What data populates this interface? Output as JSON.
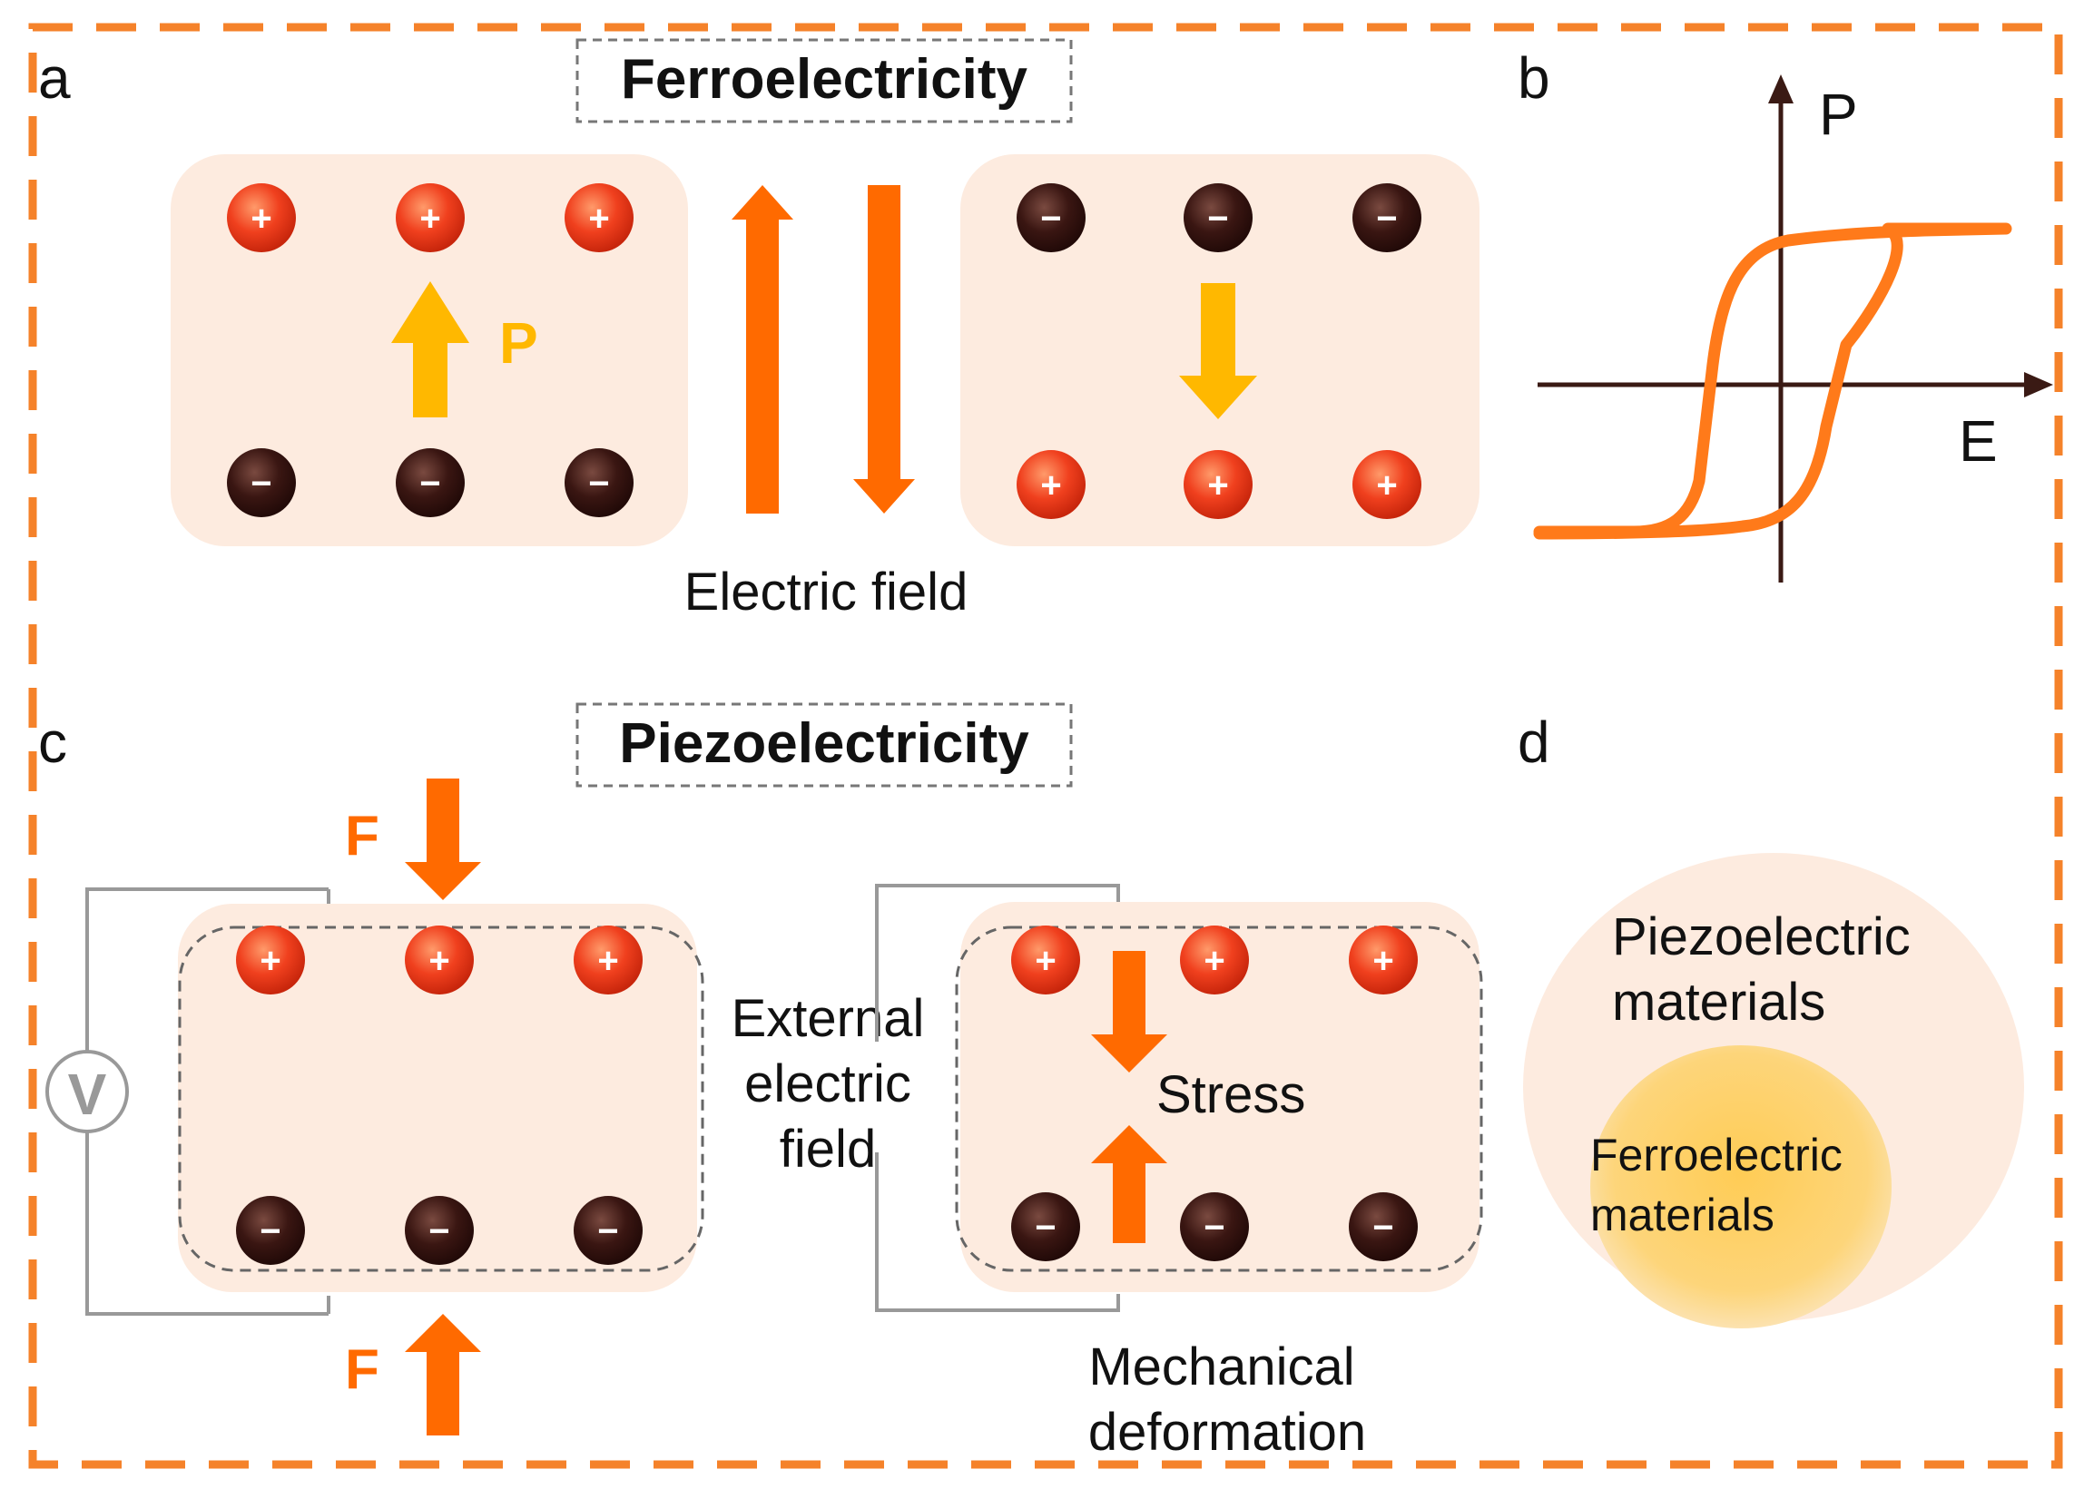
{
  "panel_a": {
    "label": "a",
    "title": "Ferroelectricity",
    "polarization_label": "P",
    "field_label": "Electric field",
    "plus_glyph": "+",
    "minus_glyph": "−"
  },
  "panel_b": {
    "label": "b",
    "y_axis_label": "P",
    "x_axis_label": "E"
  },
  "panel_c": {
    "label": "c",
    "title": "Piezoelectricity",
    "force_label_top": "F",
    "force_label_bottom": "F",
    "voltmeter_label": "V",
    "center_lines": [
      "External",
      "electric",
      "field"
    ],
    "stress_label": "Stress",
    "deformation_lines": [
      "Mechanical",
      "deformation"
    ]
  },
  "panel_d": {
    "label": "d",
    "outer_lines": [
      "Piezoelectric",
      "materials"
    ],
    "inner_lines": [
      "Ferroelectric",
      "materials"
    ]
  },
  "colors": {
    "frame": "#F5822A",
    "box_fill": "#FDEBDF",
    "orange_arrow": "#FF6A00",
    "yellow_arrow": "#FFB800",
    "positive_charge": "#F0401E",
    "negative_charge": "#3A1612",
    "axis": "#3A1A14",
    "hysteresis": "#FF7A1A",
    "wire": "#999999"
  }
}
